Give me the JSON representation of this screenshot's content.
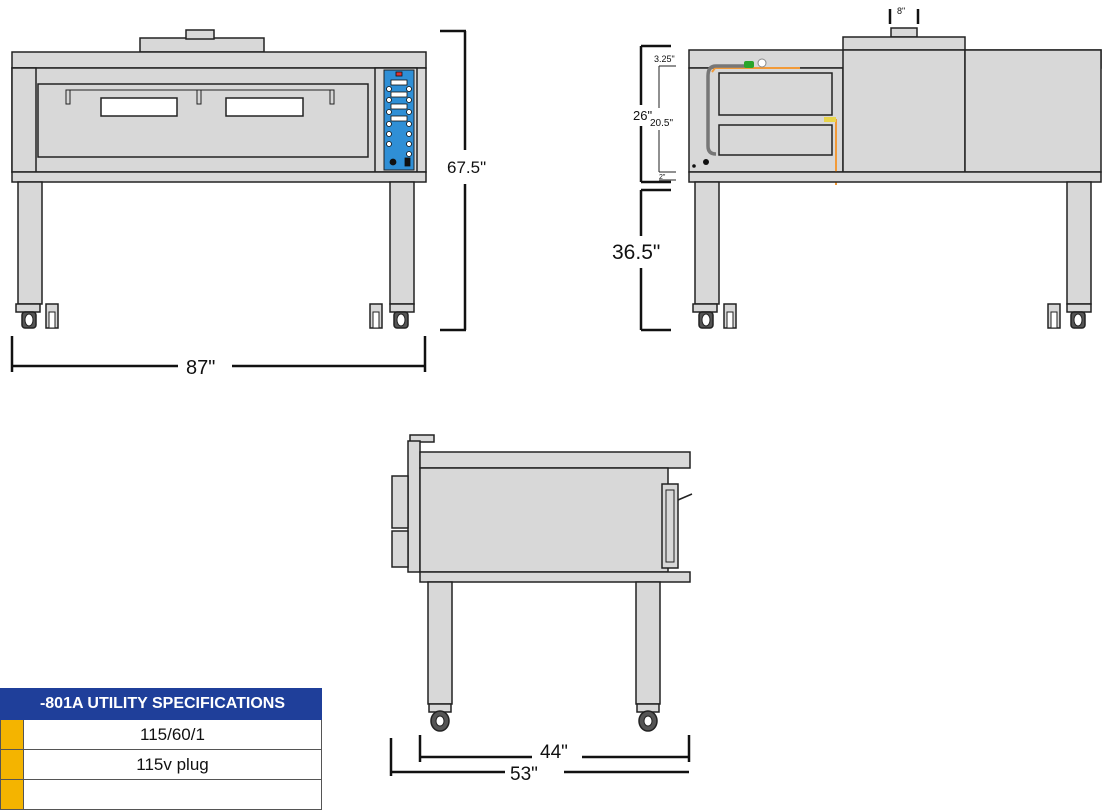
{
  "dimensions": {
    "front_width": "87\"",
    "front_height": "67.5\"",
    "side_flue": "8\"",
    "side_top_clearance": "3.25\"",
    "side_oven_height": "26\"",
    "side_deck_height": "20.5\"",
    "side_bottom_gap": "2\"",
    "side_leg_height": "36.5\"",
    "rear_depth_inner": "44\"",
    "rear_depth_outer": "53\""
  },
  "spec_table": {
    "title": "-801A UTILITY SPECIFICATIONS",
    "rows": [
      {
        "label": "",
        "value": "115/60/1"
      },
      {
        "label": "",
        "value": "115v plug"
      },
      {
        "label": "",
        "value": ""
      }
    ]
  },
  "colors": {
    "steel": "#d8d8d8",
    "control_panel": "#2f8fd6",
    "table_header": "#1f3f9a",
    "table_label": "#f4b400",
    "gas_line": "#f29a38",
    "hose": "#777777",
    "valve": "#2aa52a"
  }
}
